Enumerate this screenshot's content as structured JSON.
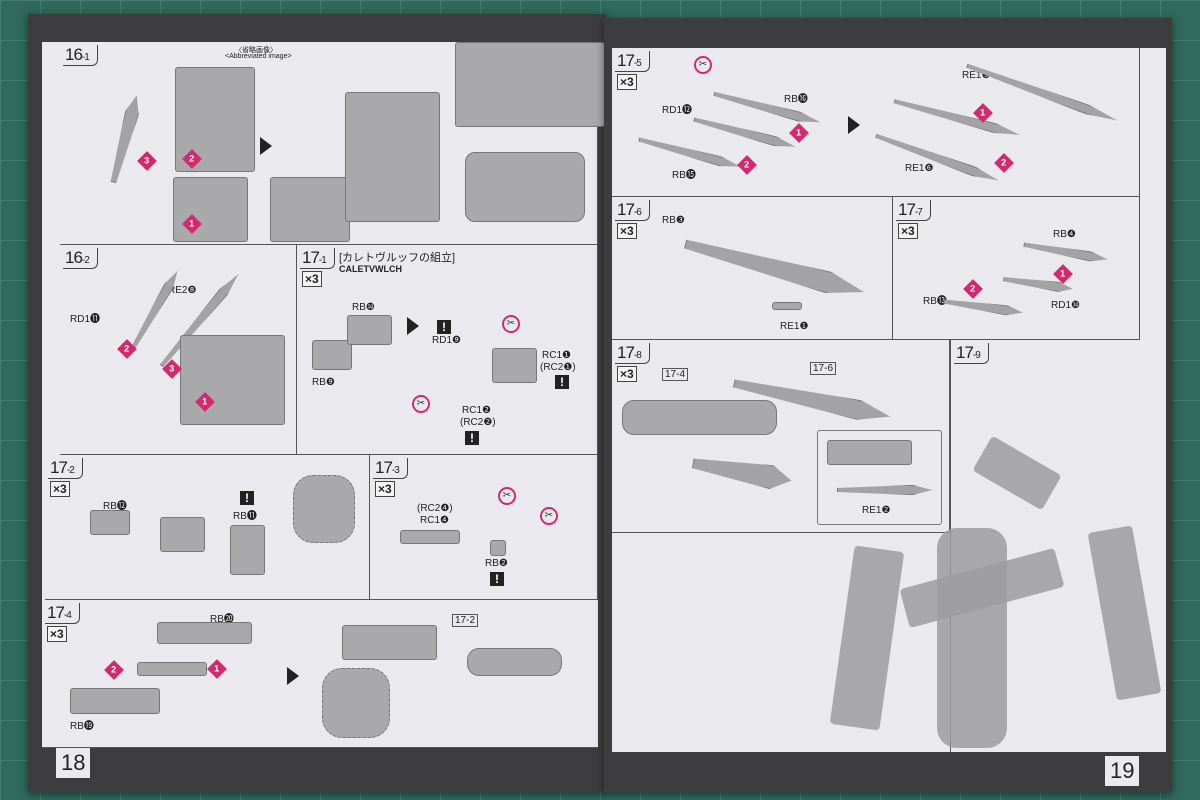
{
  "pages": {
    "left_number": "18",
    "right_number": "19"
  },
  "steps": {
    "s16_1": {
      "num": "16",
      "sub": "-1",
      "note_jp": "〈省略画像〉",
      "note_en": "<Abbreviated image>",
      "marks": [
        "1",
        "2",
        "3"
      ]
    },
    "s16_2": {
      "num": "16",
      "sub": "-2",
      "labels": [
        "RD1⓫",
        "RE2❽"
      ],
      "marks": [
        "1",
        "2",
        "3"
      ]
    },
    "s17_1": {
      "num": "17",
      "sub": "-1",
      "title": "[カレトヴルッフの組立]",
      "subtitle": "CALETVWLCH",
      "count": "×3",
      "labels": [
        "RB❿",
        "RB❾",
        "RD1❾",
        "RC1❶",
        "(RC2❶)",
        "RC1❷",
        "(RC2❷)"
      ]
    },
    "s17_2": {
      "num": "17",
      "sub": "-2",
      "count": "×3",
      "labels": [
        "RB⓬",
        "RB⓫"
      ]
    },
    "s17_3": {
      "num": "17",
      "sub": "-3",
      "count": "×3",
      "labels": [
        "(RC2❹)",
        "RC1❹",
        "RB❷"
      ]
    },
    "s17_4": {
      "num": "17",
      "sub": "-4",
      "count": "×3",
      "labels": [
        "RB⓴",
        "RB⓳",
        "17-2"
      ],
      "marks": [
        "1",
        "2"
      ]
    },
    "s17_5": {
      "num": "17",
      "sub": "-5",
      "count": "×3",
      "labels": [
        "RB⓰",
        "RD1⓬",
        "RB⓯",
        "RE1❸",
        "RE1❻"
      ],
      "marks": [
        "1",
        "2"
      ]
    },
    "s17_6": {
      "num": "17",
      "sub": "-6",
      "count": "×3",
      "labels": [
        "RB❸",
        "RE1❶"
      ]
    },
    "s17_7": {
      "num": "17",
      "sub": "-7",
      "count": "×3",
      "labels": [
        "RB❹",
        "RB⓭",
        "RD1❿"
      ],
      "marks": [
        "1",
        "2"
      ]
    },
    "s17_8": {
      "num": "17",
      "sub": "-8",
      "count": "×3",
      "labels": [
        "17-4",
        "17-6",
        "RE1❷"
      ]
    },
    "s17_9": {
      "num": "17",
      "sub": "-9"
    }
  },
  "icons": {
    "warning": "!",
    "accent": "#d22a6c"
  }
}
